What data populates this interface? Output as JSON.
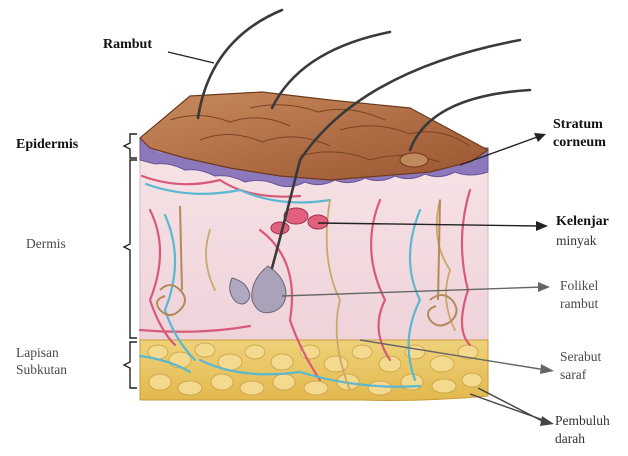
{
  "labels": {
    "rambut": "Rambut",
    "epidermis": "Epidermis",
    "dermis": "Dermis",
    "lapisan_subkutan_1": "Lapisan",
    "lapisan_subkutan_2": "Subkutan",
    "stratum_corneum_1": "Stratum",
    "stratum_corneum_2": "corneum",
    "kelenjar_minyak_1": "Kelenjar",
    "kelenjar_minyak_2": "minyak",
    "folikel_rambut_1": "Folikel",
    "folikel_rambut_2": "rambut",
    "serabut_saraf_1": "Serabut",
    "serabut_saraf_2": "saraf",
    "pembuluh_darah_1": "Pembuluh",
    "pembuluh_darah_2": "darah"
  },
  "colors": {
    "surface": "#a8623a",
    "epidermis_band": "#8a74b8",
    "dermis": "#f1dbe0",
    "subcutaneous_fat": "#e9c86a",
    "vessel_red": "#d85a7a",
    "vessel_blue": "#5ab8d0",
    "nerve": "#c9a86a",
    "hair": "#3a3a3a"
  }
}
